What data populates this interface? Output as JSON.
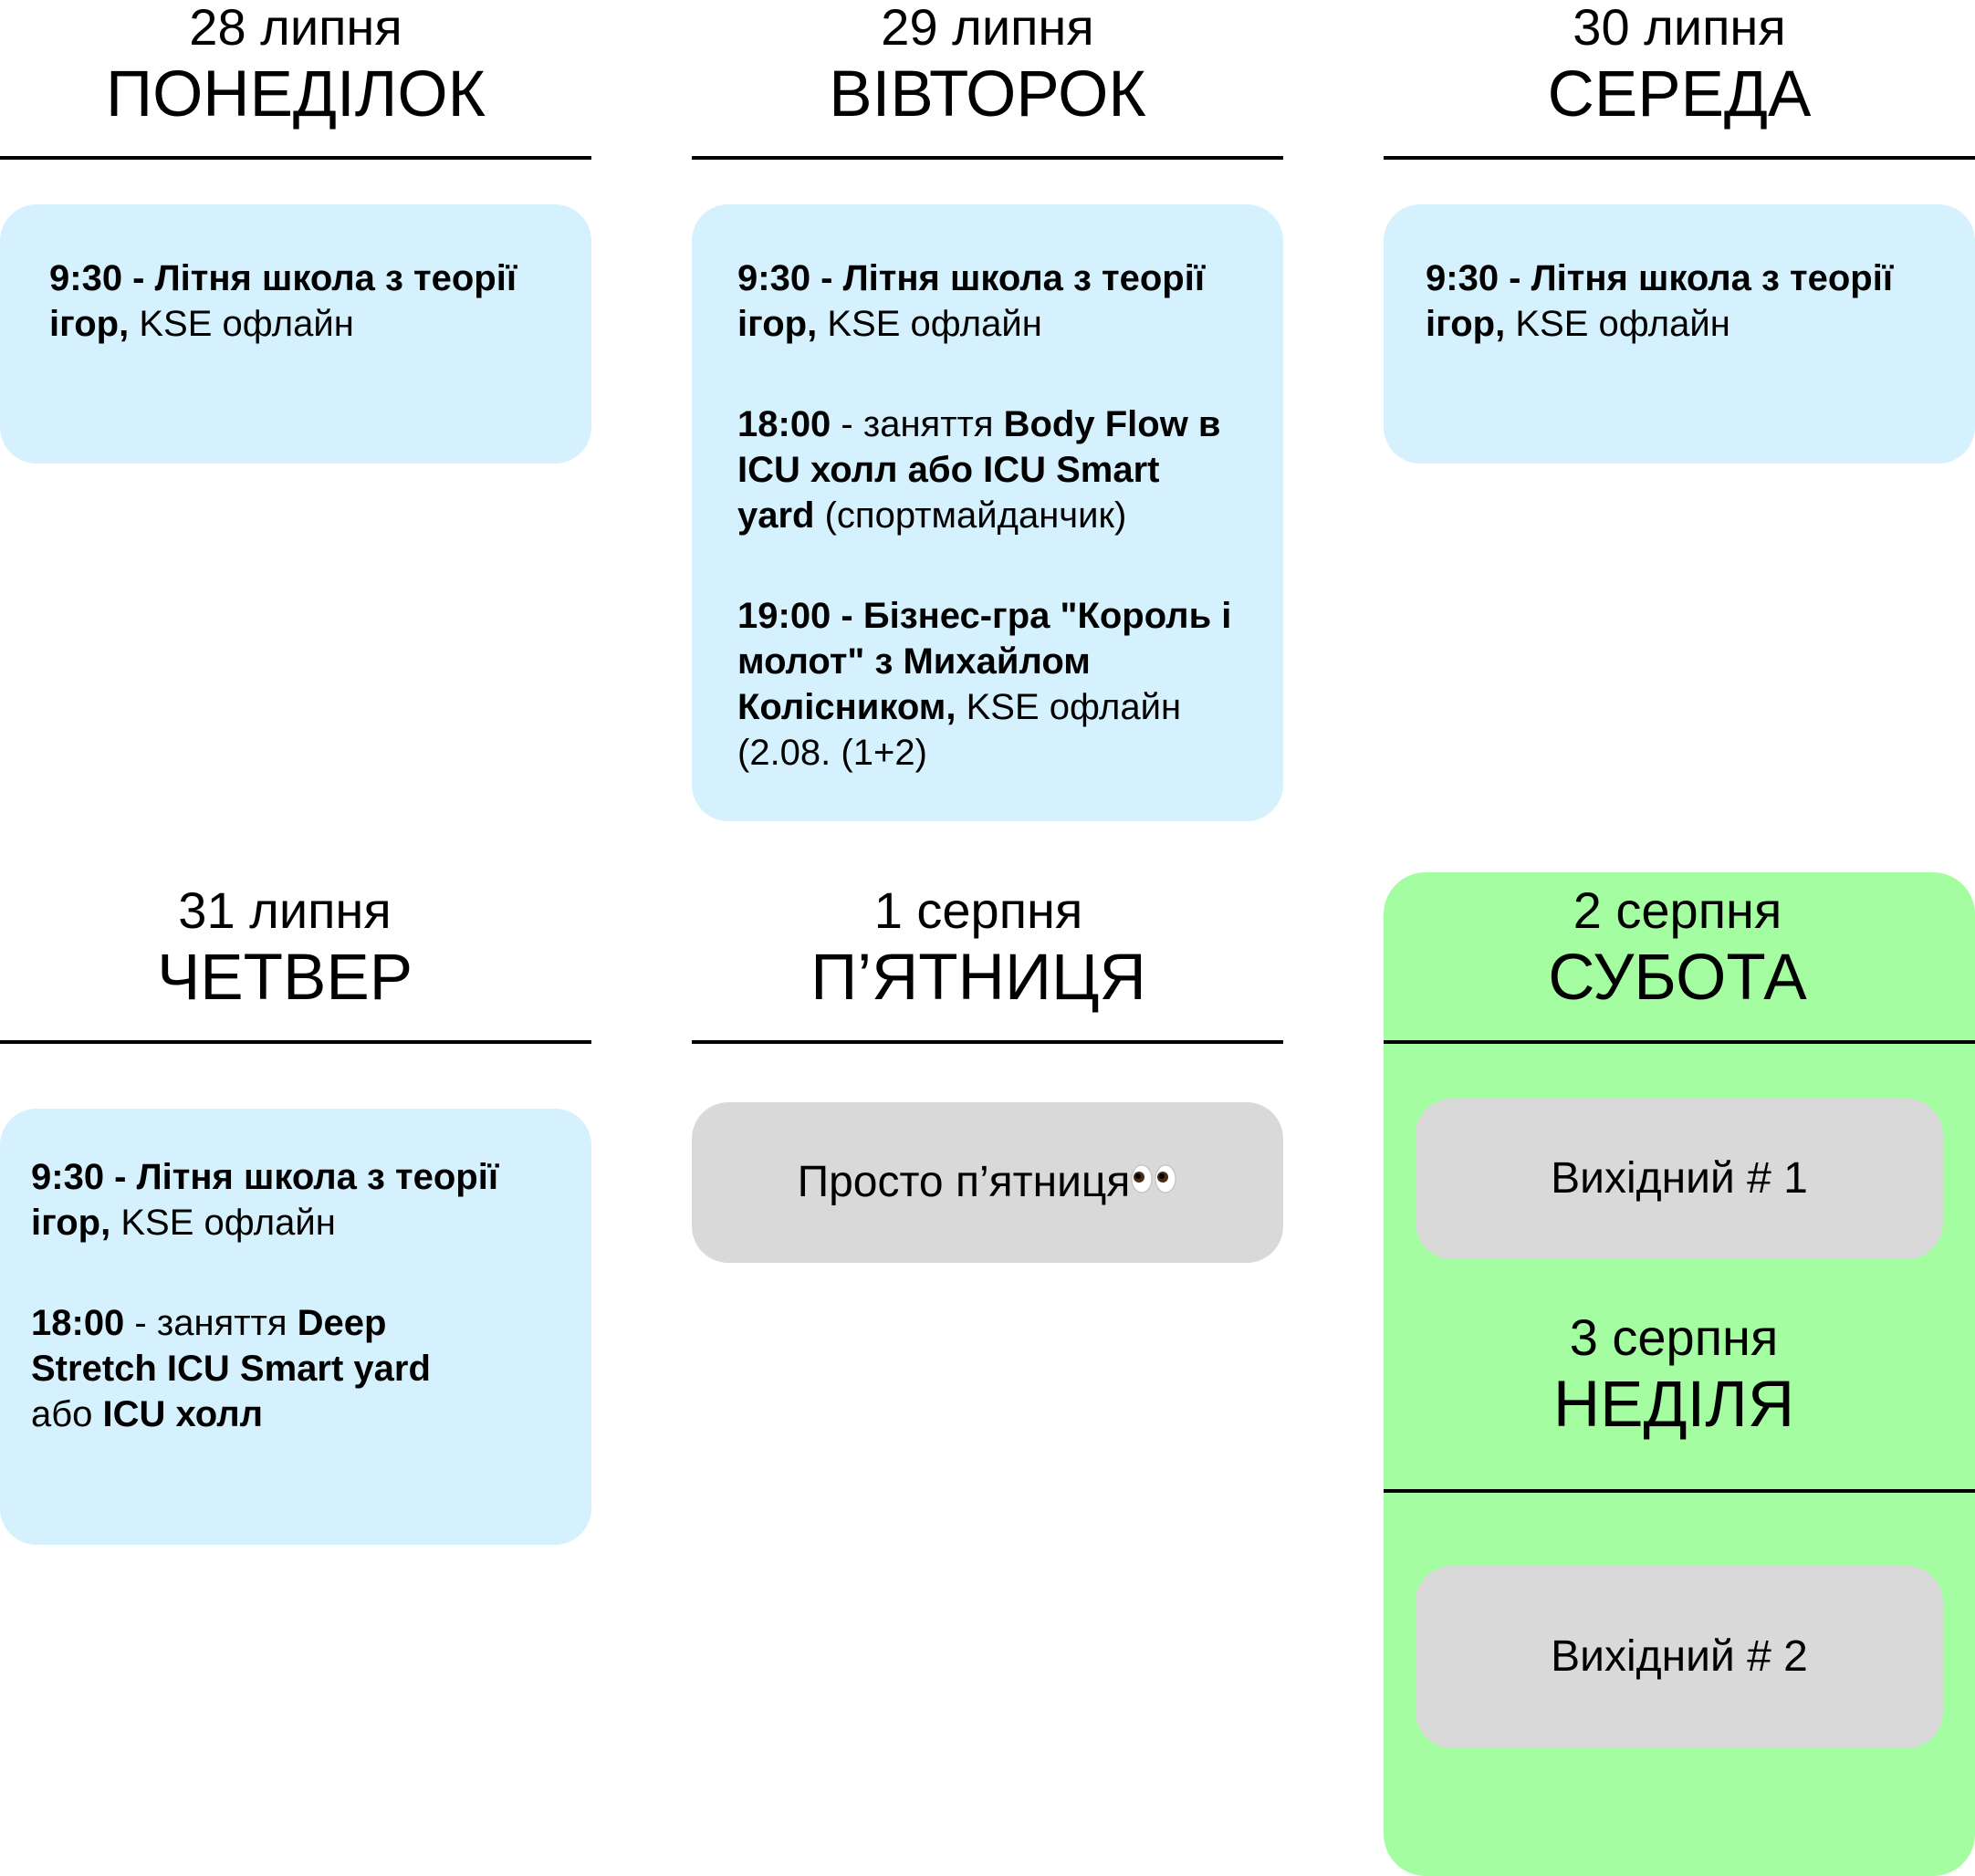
{
  "days": {
    "mon": {
      "date": "28 липня",
      "name": "ПОНЕДІЛОК"
    },
    "tue": {
      "date": "29 липня",
      "name": "ВІВТОРОК"
    },
    "wed": {
      "date": "30 липня",
      "name": "СЕРЕДА"
    },
    "thu": {
      "date": "31 липня",
      "name": "ЧЕТВЕР"
    },
    "fri": {
      "date": "1 серпня",
      "name": "П’ЯТНИЦЯ"
    },
    "sat": {
      "date": "2 серпня",
      "name": "СУБОТА"
    },
    "sun": {
      "date": "3 серпня",
      "name": "НЕДІЛЯ"
    }
  },
  "events": {
    "summer_school": {
      "bold": "9:30 - Літня школа з теорії ігор,",
      "rest": " KSE офлайн"
    },
    "body_flow": {
      "time": "18:00",
      "sep": " - заняття ",
      "title": "Body Flow в ICU холл або ICU Smart yard",
      "rest": "  (спортмайданчик)"
    },
    "business_game": {
      "bold": "19:00 - Бізнес-гра \"Король і молот\" з Михайлом Колісником,",
      "rest": " KSE офлайн (2.08. (1+2)"
    },
    "deep_stretch": {
      "time": "18:00",
      "sep": " - заняття ",
      "title": "Deep Stretch ICU Smart yard",
      "mid": " або ",
      "place": "ICU холл"
    }
  },
  "friday_note": "Просто п’ятниця",
  "weekend": {
    "day1": "Вихідний # 1",
    "day2": "Вихідний # 2"
  },
  "colors": {
    "event_card": "#d4f1fd",
    "weekend_bg": "#a4fda0",
    "neutral_card": "#d9d9d9"
  },
  "icons": {
    "eyes": "eyes-emoji"
  }
}
